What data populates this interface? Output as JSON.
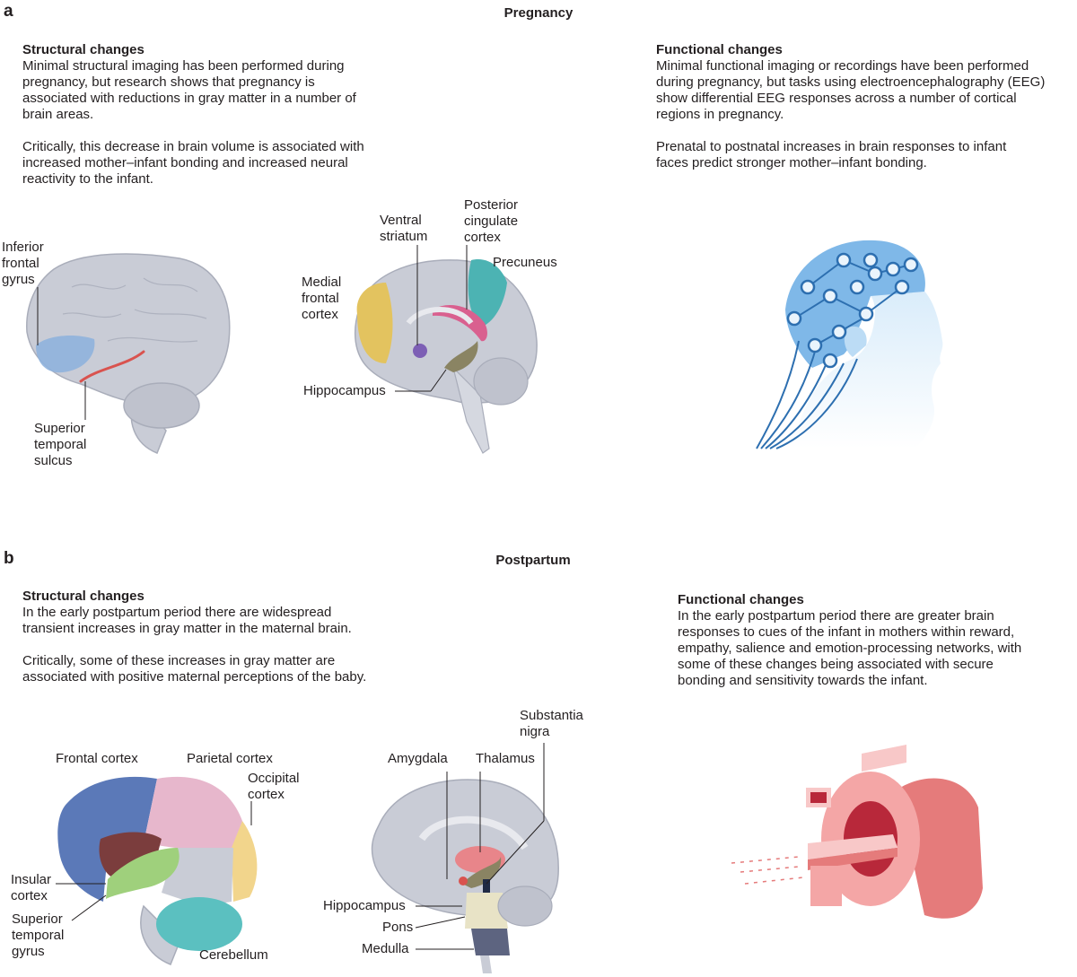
{
  "panel_a": {
    "letter": "a",
    "title": "Pregnancy",
    "structural": {
      "heading": "Structural changes",
      "p1": "Minimal structural imaging has been performed during\npregnancy, but research shows that pregnancy is\nassociated with reductions in gray matter in a number of\nbrain areas.",
      "p2": "Critically, this decrease in brain volume is associated with\nincreased mother–infant bonding and increased neural\nreactivity to the infant."
    },
    "functional": {
      "heading": "Functional changes",
      "p1": "Minimal functional imaging or recordings have been performed\nduring pregnancy, but tasks using electroencephalography (EEG)\nshow differential EEG responses across a number of cortical\nregions in pregnancy.",
      "p2": "Prenatal to postnatal increases in brain responses to infant\nfaces predict stronger mother–infant bonding."
    },
    "labels": {
      "inferior_frontal_gyrus": "Inferior\nfrontal\ngyrus",
      "superior_temporal_sulcus": "Superior\ntemporal\nsulcus",
      "ventral_striatum": "Ventral\nstriatum",
      "posterior_cingulate_cortex": "Posterior\ncingulate\ncortex",
      "precuneus": "Precuneus",
      "medial_frontal_cortex": "Medial\nfrontal\ncortex",
      "hippocampus": "Hippocampus"
    }
  },
  "panel_b": {
    "letter": "b",
    "title": "Postpartum",
    "structural": {
      "heading": "Structural changes",
      "p1": "In the early postpartum period there are widespread\ntransient increases in gray matter in the maternal brain.",
      "p2": "Critically, some of these increases in gray matter are\nassociated with positive maternal perceptions of the baby."
    },
    "functional": {
      "heading": "Functional changes",
      "p1": "In the early postpartum period there are greater brain\nresponses to cues of the infant in mothers within reward,\nempathy, salience and emotion-processing networks, with\nsome of these changes being associated with secure\nbonding and sensitivity towards the infant."
    },
    "labels": {
      "frontal_cortex": "Frontal cortex",
      "parietal_cortex": "Parietal cortex",
      "occipital_cortex": "Occipital\ncortex",
      "insular_cortex": "Insular\ncortex",
      "superior_temporal_gyrus": "Superior\ntemporal\ngyrus",
      "cerebellum": "Cerebellum",
      "substantia_nigra": "Substantia\nnigra",
      "amygdala": "Amygdala",
      "thalamus": "Thalamus",
      "hippocampus": "Hippocampus",
      "pons": "Pons",
      "medulla": "Medulla"
    }
  },
  "colors": {
    "brain": "#c9ccd6",
    "brain_stroke": "#a9adba",
    "inferior_frontal": "#8fb2dd",
    "sulcus": "#d9534f",
    "medial_frontal": "#e3c35f",
    "ventral_striatum": "#7d5fb5",
    "posterior_cingulate": "#d9608f",
    "precuneus": "#4cb3b3",
    "hippocampus_a": "#8a8463",
    "frontal_cortex": "#5b79b8",
    "parietal_cortex": "#e7b7cc",
    "occipital_cortex": "#f2d58c",
    "insular_cortex": "#7b3d3d",
    "superior_temporal_gyrus": "#9fd07c",
    "cerebellum": "#5bc0c0",
    "thalamus": "#e8858a",
    "pons": "#e8e3c6",
    "medulla": "#5d6480",
    "eeg_cap": "#7fb8e8",
    "eeg_dark": "#2d6fb0",
    "mri": "#f4a6a6",
    "mri_dark": "#e57b7b"
  }
}
